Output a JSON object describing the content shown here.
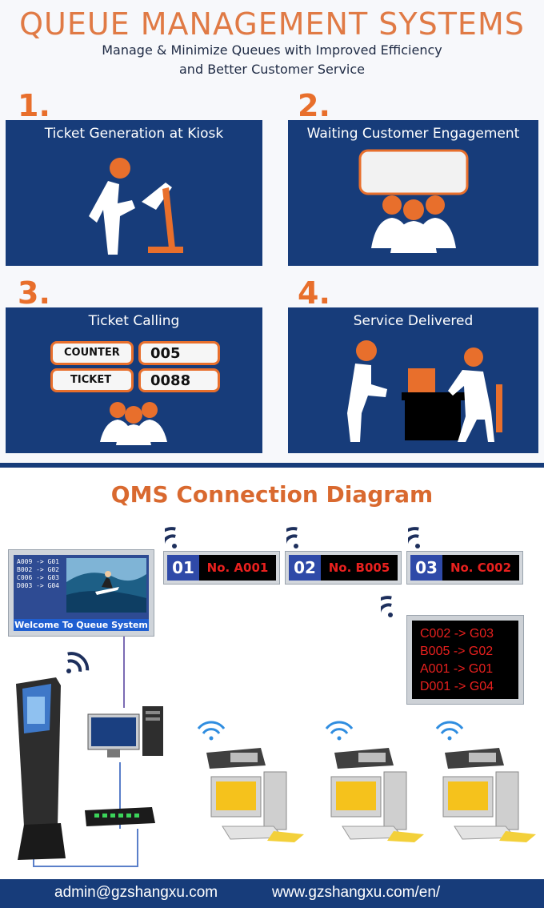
{
  "header": {
    "title": "QUEUE MANAGEMENT SYSTEMS",
    "subtitle_line1": "Manage & Minimize Queues with Improved Efficiency",
    "subtitle_line2": "and Better Customer Service"
  },
  "steps": [
    {
      "number": "1.",
      "title": "Ticket Generation at Kiosk"
    },
    {
      "number": "2.",
      "title": "Waiting Customer Engagement"
    },
    {
      "number": "3.",
      "title": "Ticket Calling"
    },
    {
      "number": "4.",
      "title": "Service Delivered"
    }
  ],
  "ticket_calling": {
    "counter_label": "COUNTER",
    "counter_value": "005",
    "ticket_label": "TICKET",
    "ticket_value": "0088"
  },
  "diagram": {
    "title": "QMS Connection Diagram",
    "tv": {
      "queue_list": [
        "A009 -> G01",
        "B002 -> G02",
        "C006 -> G03",
        "D003 -> G04"
      ],
      "welcome": "Welcome To Queue System"
    },
    "counter_displays": [
      {
        "num": "01",
        "text": "No. A001"
      },
      {
        "num": "02",
        "text": "No. B005"
      },
      {
        "num": "03",
        "text": "No. C002"
      }
    ],
    "led_board": [
      "C002 -> G03",
      "B005 -> G02",
      "A001 -> G01",
      "D001 -> G04"
    ]
  },
  "footer": {
    "email": "admin@gzshangxu.com",
    "website": "www.gzshangxu.com/en/"
  },
  "colors": {
    "accent_orange": "#e86f2c",
    "title_orange": "#e07a45",
    "panel_navy": "#173c7a",
    "display_red": "#e8201e"
  },
  "icons": [
    "kiosk-user-icon",
    "audience-screen-icon",
    "group-icon",
    "service-desk-icon",
    "wifi-icon",
    "kiosk-icon",
    "desktop-pc-icon",
    "network-switch-icon",
    "caller-keypad-icon",
    "workstation-pc-icon"
  ]
}
